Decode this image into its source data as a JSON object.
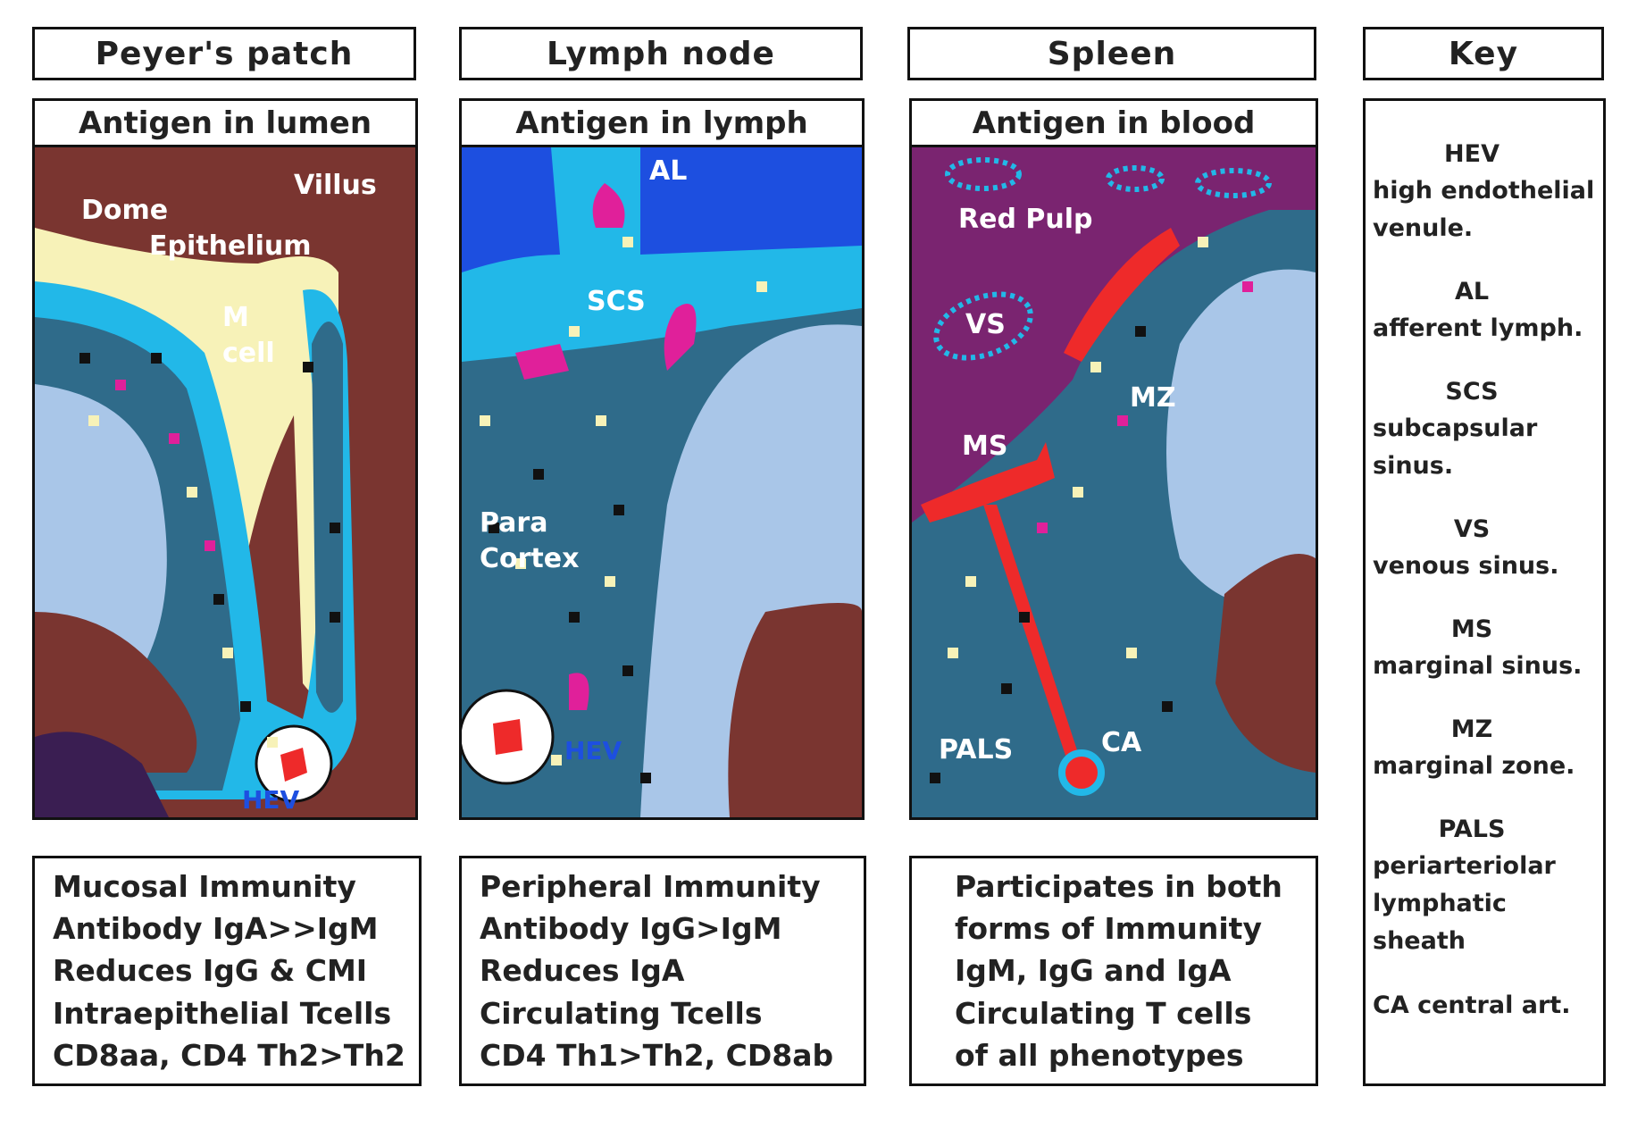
{
  "headers": {
    "peyers": "Peyer's patch",
    "lymph": "Lymph node",
    "spleen": "Spleen",
    "key": "Key"
  },
  "panels": {
    "peyers": {
      "subtitle": "Antigen in lumen",
      "labels": {
        "dome": "Dome",
        "epithelium": "Epithelium",
        "villus": "Villus",
        "m": "M",
        "cell": "cell",
        "hev": "HEV"
      }
    },
    "lymph": {
      "subtitle": "Antigen in lymph",
      "labels": {
        "al": "AL",
        "scs": "SCS",
        "para": "Para",
        "cortex": "Cortex",
        "hev": "HEV"
      }
    },
    "spleen": {
      "subtitle": "Antigen in blood",
      "labels": {
        "red_pulp": "Red Pulp",
        "vs": "VS",
        "mz": "MZ",
        "ms": "MS",
        "pals": "PALS",
        "ca": "CA"
      }
    }
  },
  "descriptions": {
    "peyers": [
      "Mucosal Immunity",
      "Antibody IgA>>IgM",
      "Reduces IgG & CMI",
      "Intraepithelial Tcells",
      "CD8aa, CD4 Th2>Th2"
    ],
    "lymph": [
      "Peripheral Immunity",
      "Antibody IgG>IgM",
      "Reduces IgA",
      "Circulating Tcells",
      "CD4 Th1>Th2, CD8ab"
    ],
    "spleen": [
      "Participates in both",
      "forms of Immunity",
      "IgM, IgG and IgA",
      "Circulating T cells",
      "of all phenotypes"
    ]
  },
  "key": [
    {
      "abbr": "HEV",
      "def": "high endothelial\nvenule."
    },
    {
      "abbr": "AL",
      "def": "afferent lymph."
    },
    {
      "abbr": "SCS",
      "def": "subcapsular\nsinus."
    },
    {
      "abbr": "VS",
      "def": "venous sinus."
    },
    {
      "abbr": "MS",
      "def": "marginal sinus."
    },
    {
      "abbr": "MZ",
      "def": "marginal zone."
    },
    {
      "abbr": "PALS",
      "def": "periarteriolar\nlymphatic sheath"
    },
    {
      "abbr": "",
      "def": "CA central art."
    }
  ],
  "colors": {
    "brown": "#7a3530",
    "tissue": "#2f6b8a",
    "cyan": "#22b8e8",
    "pale_blue": "#a9c6e8",
    "yellow": "#f7f2b8",
    "magenta": "#e0209a",
    "red": "#ee2a2a",
    "purple": "#7a2470",
    "blue": "#1d4fe0",
    "dark_purple": "#3a1e52"
  }
}
